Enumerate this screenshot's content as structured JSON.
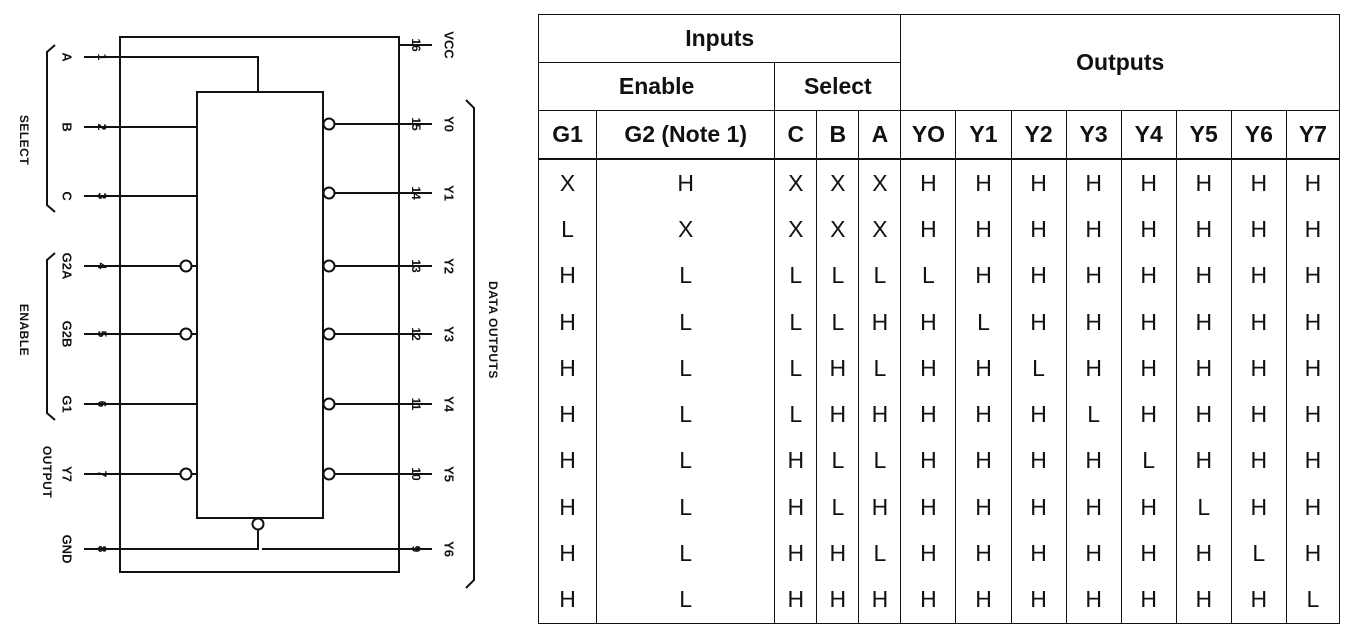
{
  "pinout": {
    "left_pins": [
      {
        "name": "A",
        "number": "1",
        "inverted": false
      },
      {
        "name": "B",
        "number": "2",
        "inverted": false
      },
      {
        "name": "C",
        "number": "3",
        "inverted": false
      },
      {
        "name": "G2A",
        "number": "4",
        "inverted": true
      },
      {
        "name": "G2B",
        "number": "5",
        "inverted": true
      },
      {
        "name": "G1",
        "number": "6",
        "inverted": false
      },
      {
        "name": "Y7",
        "number": "7",
        "inverted": true
      },
      {
        "name": "GND",
        "number": "8",
        "inverted": false
      }
    ],
    "right_pins": [
      {
        "name": "VCC",
        "number": "16",
        "inverted": false
      },
      {
        "name": "Y0",
        "number": "15",
        "inverted": true
      },
      {
        "name": "Y1",
        "number": "14",
        "inverted": true
      },
      {
        "name": "Y2",
        "number": "13",
        "inverted": true
      },
      {
        "name": "Y3",
        "number": "12",
        "inverted": true
      },
      {
        "name": "Y4",
        "number": "11",
        "inverted": true
      },
      {
        "name": "Y5",
        "number": "10",
        "inverted": true
      },
      {
        "name": "Y6",
        "number": "9",
        "inverted": true
      }
    ],
    "groups": {
      "select": "SELECT",
      "enable": "ENABLE",
      "output": "OUTPUT",
      "data_outputs": "DATA OUTPUTS"
    }
  },
  "truth_table": {
    "inputs_header": "Inputs",
    "outputs_header": "Outputs",
    "enable_header": "Enable",
    "select_header": "Select",
    "columns": [
      "G1",
      "G2 (Note 1)",
      "C",
      "B",
      "A",
      "YO",
      "Y1",
      "Y2",
      "Y3",
      "Y4",
      "Y5",
      "Y6",
      "Y7"
    ],
    "rows": [
      [
        "X",
        "H",
        "X",
        "X",
        "X",
        "H",
        "H",
        "H",
        "H",
        "H",
        "H",
        "H",
        "H"
      ],
      [
        "L",
        "X",
        "X",
        "X",
        "X",
        "H",
        "H",
        "H",
        "H",
        "H",
        "H",
        "H",
        "H"
      ],
      [
        "H",
        "L",
        "L",
        "L",
        "L",
        "L",
        "H",
        "H",
        "H",
        "H",
        "H",
        "H",
        "H"
      ],
      [
        "H",
        "L",
        "L",
        "L",
        "H",
        "H",
        "L",
        "H",
        "H",
        "H",
        "H",
        "H",
        "H"
      ],
      [
        "H",
        "L",
        "L",
        "H",
        "L",
        "H",
        "H",
        "L",
        "H",
        "H",
        "H",
        "H",
        "H"
      ],
      [
        "H",
        "L",
        "L",
        "H",
        "H",
        "H",
        "H",
        "H",
        "L",
        "H",
        "H",
        "H",
        "H"
      ],
      [
        "H",
        "L",
        "H",
        "L",
        "L",
        "H",
        "H",
        "H",
        "H",
        "L",
        "H",
        "H",
        "H"
      ],
      [
        "H",
        "L",
        "H",
        "L",
        "H",
        "H",
        "H",
        "H",
        "H",
        "H",
        "L",
        "H",
        "H"
      ],
      [
        "H",
        "L",
        "H",
        "H",
        "L",
        "H",
        "H",
        "H",
        "H",
        "H",
        "H",
        "L",
        "H"
      ],
      [
        "H",
        "L",
        "H",
        "H",
        "H",
        "H",
        "H",
        "H",
        "H",
        "H",
        "H",
        "H",
        "L"
      ]
    ]
  }
}
